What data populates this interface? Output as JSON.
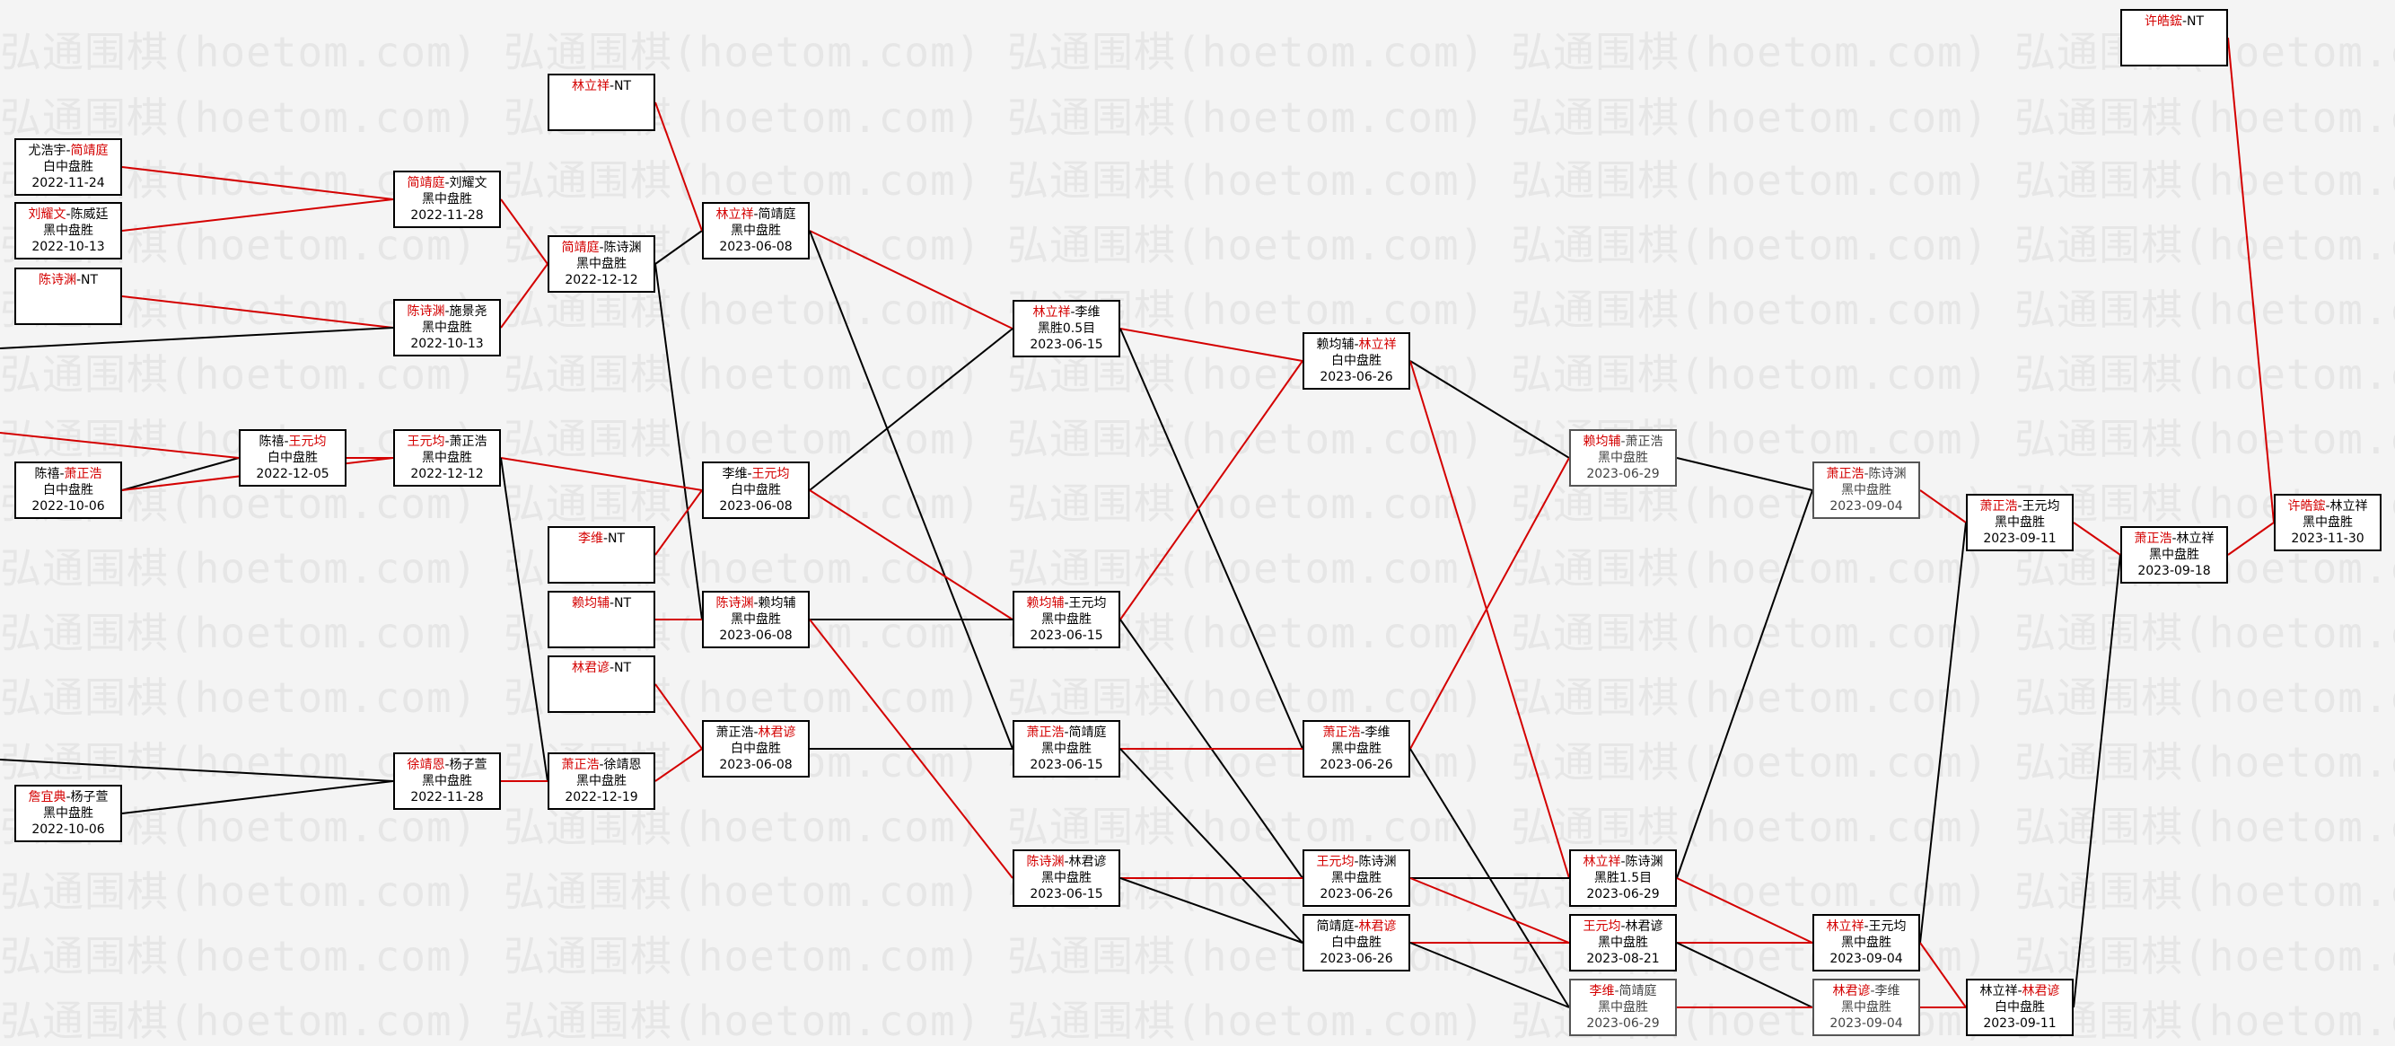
{
  "watermark": "弘通围棋(hoetom.com)",
  "colors": {
    "winner": "#d40000",
    "line_red": "#d40000",
    "line_black": "#000000",
    "background": "#f4f4f4"
  },
  "nodes": [
    {
      "id": "n01",
      "players": [
        {
          "t": "许皓鋐",
          "w": true
        },
        {
          "t": "-NT"
        }
      ],
      "result": "",
      "date": ""
    },
    {
      "id": "n02",
      "players": [
        {
          "t": "林立祥",
          "w": true
        },
        {
          "t": "-NT"
        }
      ],
      "result": "",
      "date": ""
    },
    {
      "id": "n03",
      "players": [
        {
          "t": "尤浩宇-"
        },
        {
          "t": "简靖庭",
          "w": true
        }
      ],
      "result": "白中盘胜",
      "date": "2022-11-24"
    },
    {
      "id": "n04",
      "players": [
        {
          "t": "刘耀文",
          "w": true
        },
        {
          "t": "-陈威廷"
        }
      ],
      "result": "黑中盘胜",
      "date": "2022-10-13"
    },
    {
      "id": "n05",
      "players": [
        {
          "t": "陈诗渊",
          "w": true
        },
        {
          "t": "-NT"
        }
      ],
      "result": "",
      "date": ""
    },
    {
      "id": "n06",
      "players": [
        {
          "t": "简靖庭",
          "w": true
        },
        {
          "t": "-刘耀文"
        }
      ],
      "result": "黑中盘胜",
      "date": "2022-11-28"
    },
    {
      "id": "n07",
      "players": [
        {
          "t": "陈诗渊",
          "w": true
        },
        {
          "t": "-施景尧"
        }
      ],
      "result": "黑中盘胜",
      "date": "2022-10-13"
    },
    {
      "id": "n08",
      "players": [
        {
          "t": "简靖庭",
          "w": true
        },
        {
          "t": "-陈诗渊"
        }
      ],
      "result": "黑中盘胜",
      "date": "2022-12-12"
    },
    {
      "id": "n09",
      "players": [
        {
          "t": "林立祥",
          "w": true
        },
        {
          "t": "-简靖庭"
        }
      ],
      "result": "黑中盘胜",
      "date": "2023-06-08"
    },
    {
      "id": "n10",
      "players": [
        {
          "t": "林立祥",
          "w": true
        },
        {
          "t": "-李维"
        }
      ],
      "result": "黑胜0.5目",
      "date": "2023-06-15"
    },
    {
      "id": "n11",
      "players": [
        {
          "t": "赖均辅-"
        },
        {
          "t": "林立祥",
          "w": true
        }
      ],
      "result": "白中盘胜",
      "date": "2023-06-26"
    },
    {
      "id": "n12",
      "players": [
        {
          "t": "陈禧-"
        },
        {
          "t": "王元均",
          "w": true
        }
      ],
      "result": "白中盘胜",
      "date": "2022-12-05"
    },
    {
      "id": "n13",
      "players": [
        {
          "t": "陈禧-"
        },
        {
          "t": "萧正浩",
          "w": true
        }
      ],
      "result": "白中盘胜",
      "date": "2022-10-06"
    },
    {
      "id": "n14",
      "players": [
        {
          "t": "王元均",
          "w": true
        },
        {
          "t": "-萧正浩"
        }
      ],
      "result": "黑中盘胜",
      "date": "2022-12-12"
    },
    {
      "id": "n15",
      "players": [
        {
          "t": "李维-"
        },
        {
          "t": "王元均",
          "w": true
        }
      ],
      "result": "白中盘胜",
      "date": "2023-06-08"
    },
    {
      "id": "n16",
      "players": [
        {
          "t": "李维",
          "w": true
        },
        {
          "t": "-NT"
        }
      ],
      "result": "",
      "date": ""
    },
    {
      "id": "n17",
      "players": [
        {
          "t": "赖均辅",
          "w": true
        },
        {
          "t": "-NT"
        }
      ],
      "result": "",
      "date": ""
    },
    {
      "id": "n18",
      "players": [
        {
          "t": "陈诗渊",
          "w": true
        },
        {
          "t": "-赖均辅"
        }
      ],
      "result": "黑中盘胜",
      "date": "2023-06-08"
    },
    {
      "id": "n19",
      "players": [
        {
          "t": "赖均辅",
          "w": true
        },
        {
          "t": "-王元均"
        }
      ],
      "result": "黑中盘胜",
      "date": "2023-06-15"
    },
    {
      "id": "n20",
      "players": [
        {
          "t": "林君谚",
          "w": true
        },
        {
          "t": "-NT"
        }
      ],
      "result": "",
      "date": ""
    },
    {
      "id": "n21",
      "players": [
        {
          "t": "萧正浩-"
        },
        {
          "t": "林君谚",
          "w": true
        }
      ],
      "result": "白中盘胜",
      "date": "2023-06-08"
    },
    {
      "id": "n22",
      "players": [
        {
          "t": "徐靖恩",
          "w": true
        },
        {
          "t": "-杨子萱"
        }
      ],
      "result": "黑中盘胜",
      "date": "2022-11-28"
    },
    {
      "id": "n23",
      "players": [
        {
          "t": "萧正浩",
          "w": true
        },
        {
          "t": "-徐靖恩"
        }
      ],
      "result": "黑中盘胜",
      "date": "2022-12-19"
    },
    {
      "id": "n24",
      "players": [
        {
          "t": "詹宜典",
          "w": true
        },
        {
          "t": "-杨子萱"
        }
      ],
      "result": "黑中盘胜",
      "date": "2022-10-06"
    },
    {
      "id": "n25",
      "players": [
        {
          "t": "萧正浩",
          "w": true
        },
        {
          "t": "-简靖庭"
        }
      ],
      "result": "黑中盘胜",
      "date": "2023-06-15"
    },
    {
      "id": "n26",
      "players": [
        {
          "t": "陈诗渊",
          "w": true
        },
        {
          "t": "-林君谚"
        }
      ],
      "result": "黑中盘胜",
      "date": "2023-06-15"
    },
    {
      "id": "n27",
      "players": [
        {
          "t": "萧正浩",
          "w": true
        },
        {
          "t": "-李维"
        }
      ],
      "result": "黑中盘胜",
      "date": "2023-06-26"
    },
    {
      "id": "n28",
      "players": [
        {
          "t": "王元均",
          "w": true
        },
        {
          "t": "-陈诗渊"
        }
      ],
      "result": "黑中盘胜",
      "date": "2023-06-26"
    },
    {
      "id": "n29",
      "players": [
        {
          "t": "简靖庭-"
        },
        {
          "t": "林君谚",
          "w": true
        }
      ],
      "result": "白中盘胜",
      "date": "2023-06-26"
    },
    {
      "id": "n30",
      "players": [
        {
          "t": "赖均辅",
          "w": true
        },
        {
          "t": "-萧正浩"
        }
      ],
      "result": "黑中盘胜",
      "date": "2023-06-29"
    },
    {
      "id": "n31",
      "players": [
        {
          "t": "林立祥",
          "w": true
        },
        {
          "t": "-陈诗渊"
        }
      ],
      "result": "黑胜1.5目",
      "date": "2023-06-29"
    },
    {
      "id": "n32",
      "players": [
        {
          "t": "王元均",
          "w": true
        },
        {
          "t": "-林君谚"
        }
      ],
      "result": "黑中盘胜",
      "date": "2023-08-21"
    },
    {
      "id": "n33",
      "players": [
        {
          "t": "李维",
          "w": true
        },
        {
          "t": "-简靖庭"
        }
      ],
      "result": "黑中盘胜",
      "date": "2023-06-29"
    },
    {
      "id": "n34",
      "players": [
        {
          "t": "萧正浩",
          "w": true
        },
        {
          "t": "-陈诗渊"
        }
      ],
      "result": "黑中盘胜",
      "date": "2023-09-04"
    },
    {
      "id": "n35",
      "players": [
        {
          "t": "林立祥",
          "w": true
        },
        {
          "t": "-王元均"
        }
      ],
      "result": "黑中盘胜",
      "date": "2023-09-04"
    },
    {
      "id": "n36",
      "players": [
        {
          "t": "林君谚",
          "w": true
        },
        {
          "t": "-李维"
        }
      ],
      "result": "黑中盘胜",
      "date": "2023-09-04"
    },
    {
      "id": "n37",
      "players": [
        {
          "t": "萧正浩",
          "w": true
        },
        {
          "t": "-王元均"
        }
      ],
      "result": "黑中盘胜",
      "date": "2023-09-11"
    },
    {
      "id": "n38",
      "players": [
        {
          "t": "林立祥-"
        },
        {
          "t": "林君谚",
          "w": true
        }
      ],
      "result": "白中盘胜",
      "date": "2023-09-11"
    },
    {
      "id": "n39",
      "players": [
        {
          "t": "萧正浩",
          "w": true
        },
        {
          "t": "-林立祥"
        }
      ],
      "result": "黑中盘胜",
      "date": "2023-09-18"
    },
    {
      "id": "n40",
      "players": [
        {
          "t": "许皓鋐",
          "w": true
        },
        {
          "t": "-林立祥"
        }
      ],
      "result": "黑中盘胜",
      "date": "2023-11-30"
    }
  ]
}
